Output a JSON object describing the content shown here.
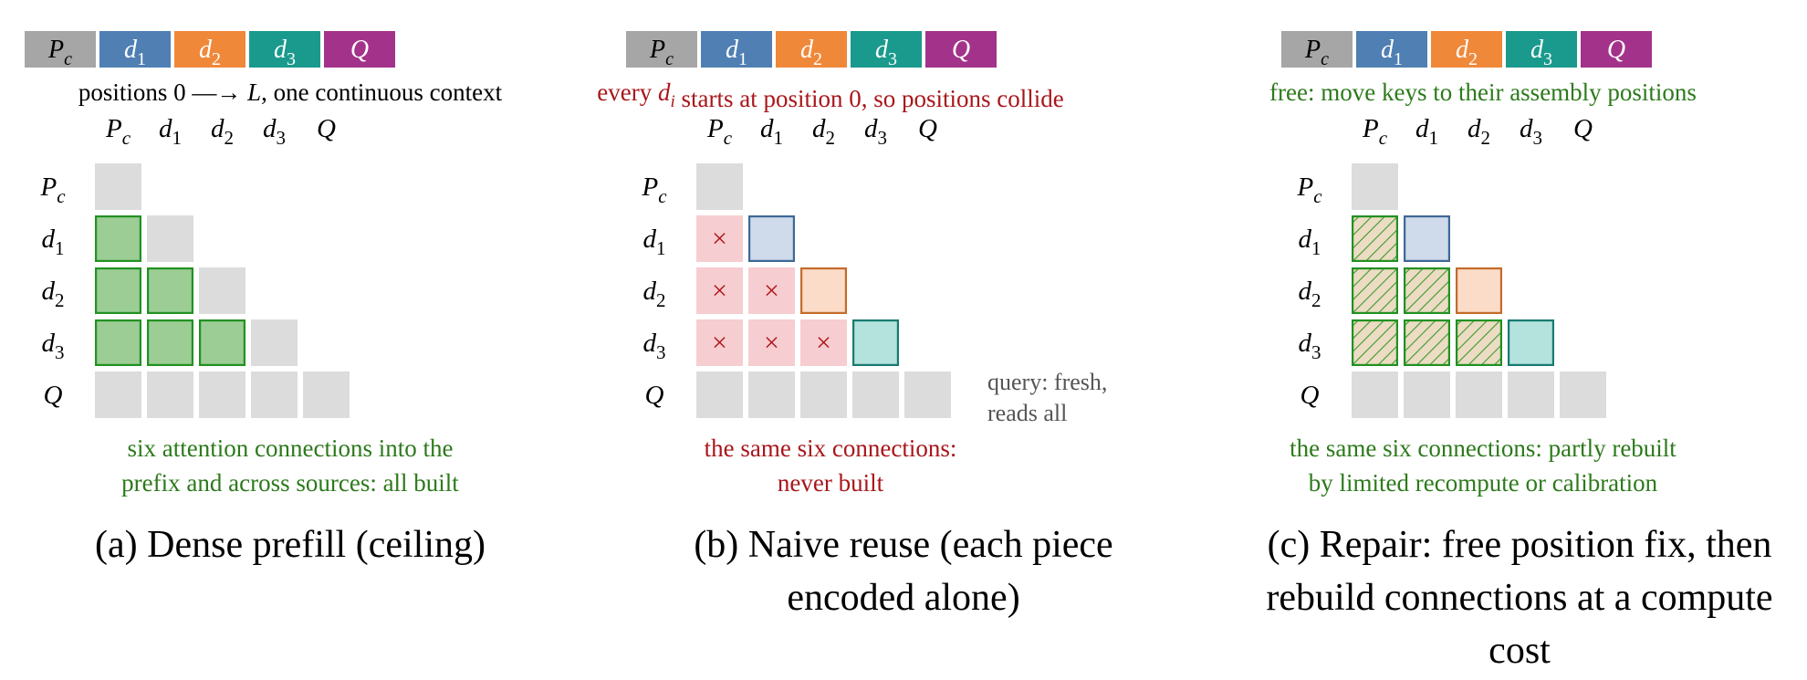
{
  "tokens": [
    {
      "id": "pc",
      "base": "P",
      "sub": "c",
      "color": "#a6a6a6",
      "text_color": "#000000"
    },
    {
      "id": "d1",
      "base": "d",
      "sub": "1",
      "color": "#4f7fb3",
      "text_color": "#ffffff"
    },
    {
      "id": "d2",
      "base": "d",
      "sub": "2",
      "color": "#f0883a",
      "text_color": "#ffffff"
    },
    {
      "id": "d3",
      "base": "d",
      "sub": "3",
      "color": "#1a9a8d",
      "text_color": "#ffffff"
    },
    {
      "id": "q",
      "base": "Q",
      "sub": "",
      "color": "#a3338a",
      "text_color": "#ffffff"
    }
  ],
  "colors": {
    "diag_gray": "#dcdcdc",
    "built_fill": "#9ccd95",
    "built_stroke": "#219122",
    "missing_fill": "#f6cdd0",
    "missing_mark": "#b0151a",
    "note_green": "#2c7a1b",
    "note_red": "#a8161b",
    "note_gray": "#555555",
    "diag_tints": [
      "#cfdaea",
      "#fbdcc8",
      "#b4e2dd"
    ],
    "diag_strokes": [
      "#3e6896",
      "#c46b2a",
      "#177b70"
    ]
  },
  "panels": [
    {
      "id": "a",
      "name": "dense-prefill",
      "top_note": {
        "parts": [
          {
            "text": "positions 0 ",
            "math": false
          },
          {
            "text": " —→ ",
            "math": false
          },
          {
            "text": " L",
            "math": true
          },
          {
            "text": ", one continuous context",
            "math": false
          }
        ],
        "color": "#000000"
      },
      "lower_style": "built",
      "diag_style": "gray",
      "side_note": [],
      "bottom_note": [
        "six attention connections into the",
        "prefix and across sources: all built"
      ],
      "bottom_color": "#2c7a1b",
      "caption": [
        "(a) Dense prefill (ceiling)"
      ]
    },
    {
      "id": "b",
      "name": "naive-reuse",
      "top_note": {
        "parts": [
          {
            "text": "every ",
            "math": false
          },
          {
            "text": "d",
            "math": true,
            "sub": "i"
          },
          {
            "text": " starts at position 0, so positions collide",
            "math": false
          }
        ],
        "color": "#a8161b"
      },
      "lower_style": "missing",
      "diag_style": "tinted",
      "missing_mark": "×",
      "side_note": [
        "query: fresh,",
        "reads all"
      ],
      "bottom_note": [
        "the same six connections:",
        "never built"
      ],
      "bottom_color": "#a8161b",
      "caption": [
        "(b) Naive reuse (each piece",
        "encoded alone)"
      ]
    },
    {
      "id": "c",
      "name": "repair",
      "top_note": {
        "parts": [
          {
            "text": "free: move keys to their assembly positions",
            "math": false
          }
        ],
        "color": "#2c7a1b"
      },
      "lower_style": "hatched",
      "diag_style": "tinted",
      "side_note": [],
      "bottom_note": [
        "the same six connections: partly rebuilt",
        "by limited recompute or calibration"
      ],
      "bottom_color": "#2c7a1b",
      "caption": [
        "(c) Repair: free position fix, then",
        "rebuild connections at a compute",
        "cost"
      ]
    }
  ]
}
